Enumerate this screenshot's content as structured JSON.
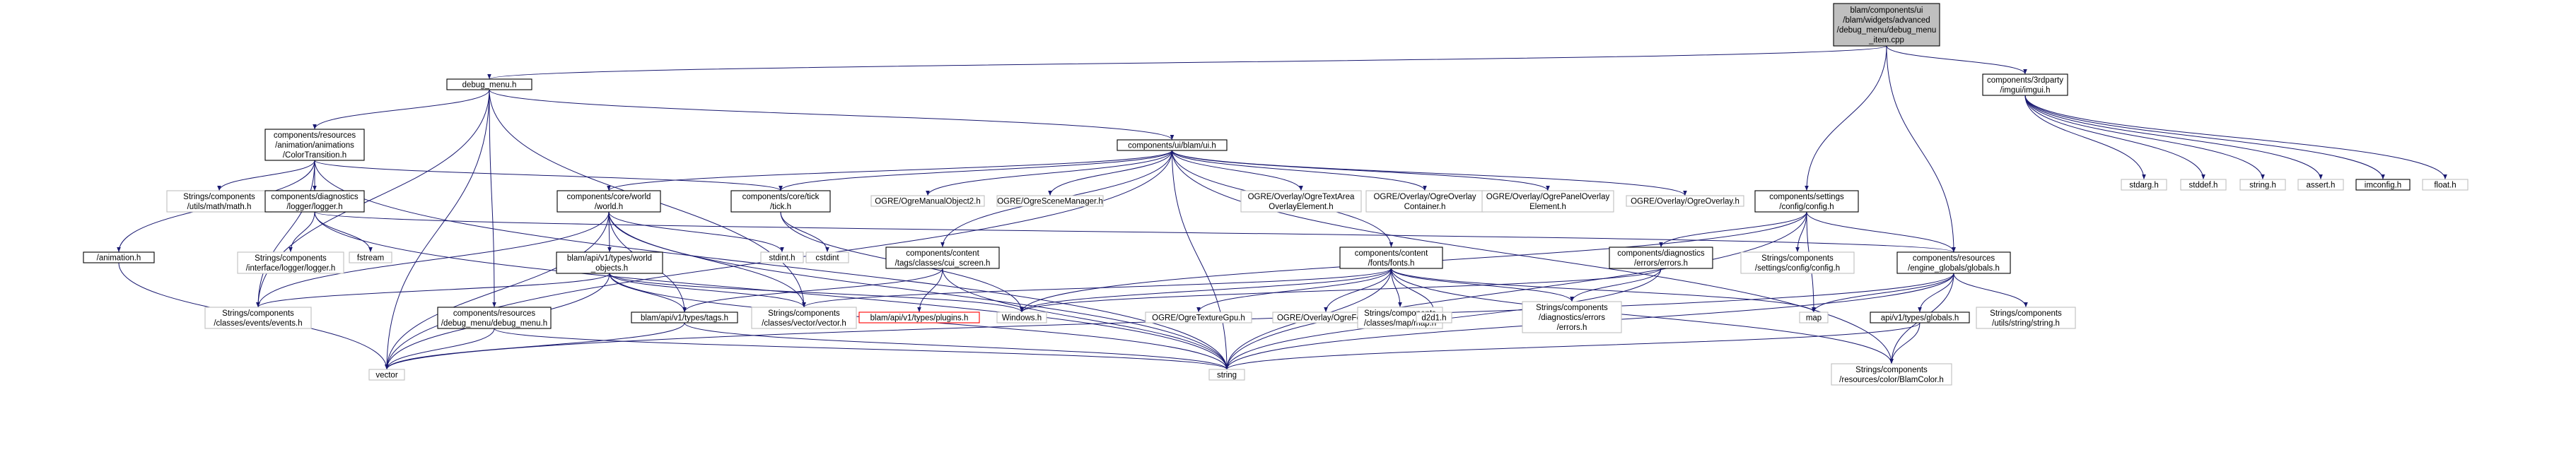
{
  "colors": {
    "edge": "#191970",
    "root_fill": "#bfbfbf",
    "node_stroke_normal": "#000000",
    "node_stroke_external": "#bfbfbf",
    "node_stroke_missing": "#ff0000"
  },
  "nodes": [
    {
      "id": "root",
      "label": [
        "blam/components/ui",
        "/blam/widgets/advanced",
        "/debug_menu/debug_menu",
        "_item.cpp"
      ],
      "style": "root"
    },
    {
      "id": "debug_menu_h",
      "label": [
        "debug_menu.h"
      ],
      "style": "normal"
    },
    {
      "id": "imgui_h",
      "label": [
        "components/3rdparty",
        "/imgui/imgui.h"
      ],
      "style": "normal"
    },
    {
      "id": "color_transition_h",
      "label": [
        "components/resources",
        "/animation/animations",
        "/ColorTransition.h"
      ],
      "style": "normal"
    },
    {
      "id": "ui_h",
      "label": [
        "components/ui/blam/ui.h"
      ],
      "style": "normal"
    },
    {
      "id": "stdarg_h",
      "label": [
        "stdarg.h"
      ],
      "style": "external"
    },
    {
      "id": "stddef_h",
      "label": [
        "stddef.h"
      ],
      "style": "external"
    },
    {
      "id": "string_h",
      "label": [
        "string.h"
      ],
      "style": "external"
    },
    {
      "id": "assert_h",
      "label": [
        "assert.h"
      ],
      "style": "external"
    },
    {
      "id": "imconfig_h",
      "label": [
        "imconfig.h"
      ],
      "style": "normal"
    },
    {
      "id": "float_h",
      "label": [
        "float.h"
      ],
      "style": "external"
    },
    {
      "id": "math_h",
      "label": [
        "Strings/components",
        "/utils/math/math.h"
      ],
      "style": "external"
    },
    {
      "id": "logger_h",
      "label": [
        "components/diagnostics",
        "/logger/logger.h"
      ],
      "style": "normal"
    },
    {
      "id": "animation_h",
      "label": [
        "/animation.h"
      ],
      "style": "normal"
    },
    {
      "id": "world_h",
      "label": [
        "components/core/world",
        "/world.h"
      ],
      "style": "normal"
    },
    {
      "id": "tick_h",
      "label": [
        "components/core/tick",
        "/tick.h"
      ],
      "style": "normal"
    },
    {
      "id": "ogre_manual",
      "label": [
        "OGRE/OgreManualObject2.h"
      ],
      "style": "external"
    },
    {
      "id": "ogre_scene",
      "label": [
        "OGRE/OgreSceneManager.h"
      ],
      "style": "external"
    },
    {
      "id": "ogre_textarea",
      "label": [
        "OGRE/Overlay/OgreTextArea",
        "OverlayElement.h"
      ],
      "style": "external"
    },
    {
      "id": "ogre_container",
      "label": [
        "OGRE/Overlay/OgreOverlay",
        "Container.h"
      ],
      "style": "external"
    },
    {
      "id": "ogre_panel",
      "label": [
        "OGRE/Overlay/OgrePanelOverlay",
        "Element.h"
      ],
      "style": "external"
    },
    {
      "id": "ogre_overlay",
      "label": [
        "OGRE/Overlay/OgreOverlay.h"
      ],
      "style": "external"
    },
    {
      "id": "config_h",
      "label": [
        "components/settings",
        "/config/config.h"
      ],
      "style": "normal"
    },
    {
      "id": "iflogger_h",
      "label": [
        "Strings/components",
        "/interface/logger/logger.h"
      ],
      "style": "external"
    },
    {
      "id": "fstream",
      "label": [
        "fstream"
      ],
      "style": "external"
    },
    {
      "id": "world_objects_h",
      "label": [
        "blam/api/v1/types/world",
        "_objects.h"
      ],
      "style": "normal"
    },
    {
      "id": "stdint_h",
      "label": [
        "stdint.h"
      ],
      "style": "external"
    },
    {
      "id": "cstdint",
      "label": [
        "cstdint"
      ],
      "style": "external"
    },
    {
      "id": "cui_screen_h",
      "label": [
        "components/content",
        "/tags/classes/cui_screen.h"
      ],
      "style": "normal"
    },
    {
      "id": "fonts_h",
      "label": [
        "components/content",
        "/fonts/fonts.h"
      ],
      "style": "normal"
    },
    {
      "id": "errors_h",
      "label": [
        "components/diagnostics",
        "/errors/errors.h"
      ],
      "style": "normal"
    },
    {
      "id": "settings_config_h",
      "label": [
        "Strings/components",
        "/settings/config/config.h"
      ],
      "style": "external"
    },
    {
      "id": "globals_h",
      "label": [
        "components/resources",
        "/engine_globals/globals.h"
      ],
      "style": "normal"
    },
    {
      "id": "events_h",
      "label": [
        "Strings/components",
        "/classes/events/events.h"
      ],
      "style": "external"
    },
    {
      "id": "dm_resources_h",
      "label": [
        "components/resources",
        "/debug_menu/debug_menu.h"
      ],
      "style": "normal"
    },
    {
      "id": "tags_h",
      "label": [
        "blam/api/v1/types/tags.h"
      ],
      "style": "normal"
    },
    {
      "id": "vector_h",
      "label": [
        "Strings/components",
        "/classes/vector/vector.h"
      ],
      "style": "external"
    },
    {
      "id": "plugins_h",
      "label": [
        "blam/api/v1/types/plugins.h"
      ],
      "style": "missing"
    },
    {
      "id": "windows_h",
      "label": [
        "Windows.h"
      ],
      "style": "external"
    },
    {
      "id": "ogre_texture",
      "label": [
        "OGRE/OgreTextureGpu.h"
      ],
      "style": "external"
    },
    {
      "id": "ogre_font",
      "label": [
        "OGRE/Overlay/OgreFont.h"
      ],
      "style": "external"
    },
    {
      "id": "map_h",
      "label": [
        "Strings/components",
        "/classes/map/map.h"
      ],
      "style": "external"
    },
    {
      "id": "d2d1_h",
      "label": [
        "d2d1.h"
      ],
      "style": "external"
    },
    {
      "id": "diag_errors_h",
      "label": [
        "Strings/components",
        "/diagnostics/errors",
        "/errors.h"
      ],
      "style": "external"
    },
    {
      "id": "map",
      "label": [
        "map"
      ],
      "style": "external"
    },
    {
      "id": "api_globals_h",
      "label": [
        "api/v1/types/globals.h"
      ],
      "style": "normal"
    },
    {
      "id": "utils_string_h",
      "label": [
        "Strings/components",
        "/utils/string/string.h"
      ],
      "style": "external"
    },
    {
      "id": "vector",
      "label": [
        "vector"
      ],
      "style": "external"
    },
    {
      "id": "string",
      "label": [
        "string"
      ],
      "style": "external"
    },
    {
      "id": "blamcolor_h",
      "label": [
        "Strings/components",
        "/resources/color/BlamColor.h"
      ],
      "style": "external"
    }
  ],
  "edges": [
    [
      "root",
      "debug_menu_h"
    ],
    [
      "root",
      "imgui_h"
    ],
    [
      "root",
      "config_h"
    ],
    [
      "root",
      "globals_h"
    ],
    [
      "imgui_h",
      "stdarg_h"
    ],
    [
      "imgui_h",
      "stddef_h"
    ],
    [
      "imgui_h",
      "string_h"
    ],
    [
      "imgui_h",
      "assert_h"
    ],
    [
      "imgui_h",
      "imconfig_h"
    ],
    [
      "imgui_h",
      "float_h"
    ],
    [
      "debug_menu_h",
      "color_transition_h"
    ],
    [
      "debug_menu_h",
      "ui_h"
    ],
    [
      "debug_menu_h",
      "dm_resources_h"
    ],
    [
      "debug_menu_h",
      "vector_h"
    ],
    [
      "debug_menu_h",
      "events_h"
    ],
    [
      "debug_menu_h",
      "vector"
    ],
    [
      "color_transition_h",
      "math_h"
    ],
    [
      "color_transition_h",
      "logger_h"
    ],
    [
      "color_transition_h",
      "animation_h"
    ],
    [
      "color_transition_h",
      "tick_h"
    ],
    [
      "color_transition_h",
      "events_h"
    ],
    [
      "color_transition_h",
      "string"
    ],
    [
      "ui_h",
      "world_h"
    ],
    [
      "ui_h",
      "tick_h"
    ],
    [
      "ui_h",
      "ogre_manual"
    ],
    [
      "ui_h",
      "ogre_scene"
    ],
    [
      "ui_h",
      "ogre_textarea"
    ],
    [
      "ui_h",
      "ogre_container"
    ],
    [
      "ui_h",
      "ogre_panel"
    ],
    [
      "ui_h",
      "ogre_overlay"
    ],
    [
      "ui_h",
      "cui_screen_h"
    ],
    [
      "ui_h",
      "fonts_h"
    ],
    [
      "ui_h",
      "vector"
    ],
    [
      "ui_h",
      "string"
    ],
    [
      "ui_h",
      "blamcolor_h"
    ],
    [
      "logger_h",
      "iflogger_h"
    ],
    [
      "logger_h",
      "fstream"
    ],
    [
      "logger_h",
      "globals_h"
    ],
    [
      "logger_h",
      "string"
    ],
    [
      "animation_h",
      "vector"
    ],
    [
      "world_h",
      "world_objects_h"
    ],
    [
      "world_h",
      "stdint_h"
    ],
    [
      "world_h",
      "vector_h"
    ],
    [
      "world_h",
      "events_h"
    ],
    [
      "world_h",
      "vector"
    ],
    [
      "world_h",
      "string"
    ],
    [
      "world_h",
      "tags_h"
    ],
    [
      "tick_h",
      "cstdint"
    ],
    [
      "tick_h",
      "windows_h"
    ],
    [
      "world_objects_h",
      "tags_h"
    ],
    [
      "world_objects_h",
      "vector_h"
    ],
    [
      "world_objects_h",
      "events_h"
    ],
    [
      "world_objects_h",
      "windows_h"
    ],
    [
      "world_objects_h",
      "vector"
    ],
    [
      "world_objects_h",
      "string"
    ],
    [
      "cui_screen_h",
      "tags_h"
    ],
    [
      "cui_screen_h",
      "plugins_h"
    ],
    [
      "cui_screen_h",
      "string"
    ],
    [
      "fonts_h",
      "windows_h"
    ],
    [
      "fonts_h",
      "ogre_texture"
    ],
    [
      "fonts_h",
      "ogre_font"
    ],
    [
      "fonts_h",
      "map_h"
    ],
    [
      "fonts_h",
      "d2d1_h"
    ],
    [
      "fonts_h",
      "diag_errors_h"
    ],
    [
      "fonts_h",
      "map"
    ],
    [
      "fonts_h",
      "vector_h"
    ],
    [
      "fonts_h",
      "string"
    ],
    [
      "fonts_h",
      "blamcolor_h"
    ],
    [
      "errors_h",
      "windows_h"
    ],
    [
      "errors_h",
      "diag_errors_h"
    ],
    [
      "errors_h",
      "string"
    ],
    [
      "config_h",
      "errors_h"
    ],
    [
      "config_h",
      "settings_config_h"
    ],
    [
      "config_h",
      "globals_h"
    ],
    [
      "config_h",
      "map"
    ],
    [
      "config_h",
      "windows_h"
    ],
    [
      "config_h",
      "string"
    ],
    [
      "globals_h",
      "map"
    ],
    [
      "globals_h",
      "api_globals_h"
    ],
    [
      "globals_h",
      "utils_string_h"
    ],
    [
      "globals_h",
      "string"
    ],
    [
      "globals_h",
      "vector"
    ],
    [
      "globals_h",
      "blamcolor_h"
    ],
    [
      "api_globals_h",
      "string"
    ],
    [
      "api_globals_h",
      "blamcolor_h"
    ],
    [
      "dm_resources_h",
      "vector"
    ],
    [
      "dm_resources_h",
      "string"
    ],
    [
      "tags_h",
      "vector"
    ],
    [
      "tags_h",
      "string"
    ]
  ]
}
